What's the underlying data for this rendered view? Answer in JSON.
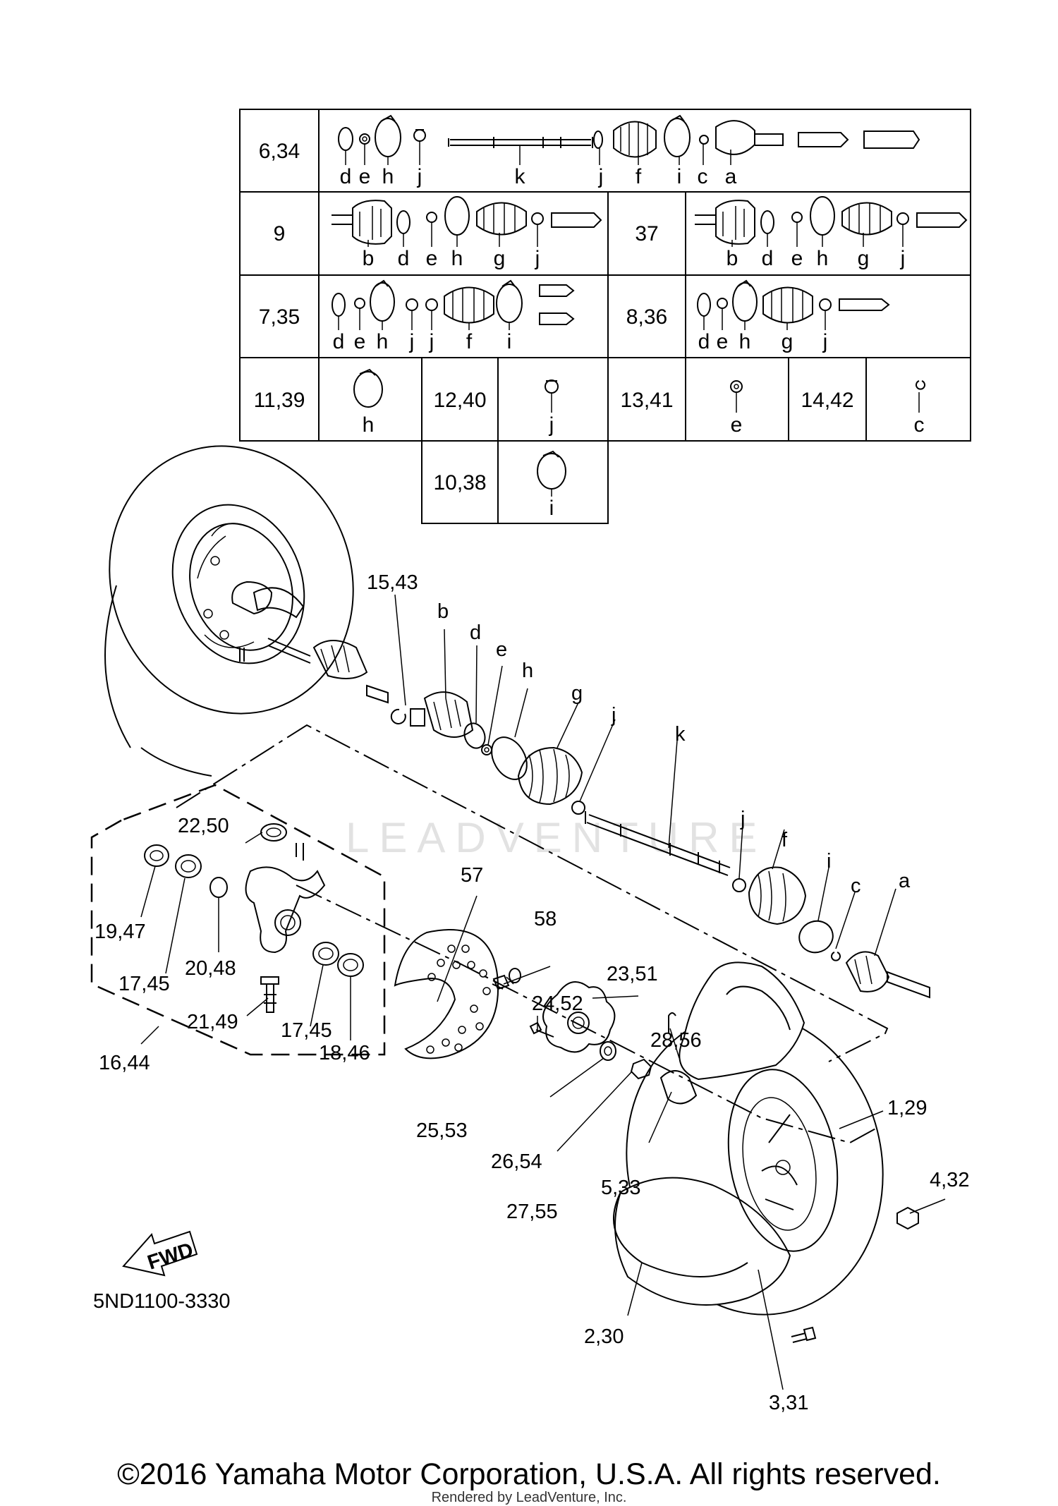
{
  "table": {
    "rows": [
      {
        "ref": "6,34",
        "letters": [
          "d",
          "e",
          "h",
          "j",
          "k",
          "j",
          "f",
          "i",
          "c",
          "a"
        ]
      },
      {
        "ref": "9",
        "letters": [
          "b",
          "d",
          "e",
          "h",
          "g",
          "j"
        ]
      },
      {
        "ref": "37",
        "letters": [
          "b",
          "d",
          "e",
          "h",
          "g",
          "j"
        ]
      },
      {
        "ref": "7,35",
        "letters": [
          "d",
          "e",
          "h",
          "j",
          "j",
          "f",
          "i"
        ]
      },
      {
        "ref": "8,36",
        "letters": [
          "d",
          "e",
          "h",
          "g",
          "j"
        ]
      },
      {
        "ref": "11,39",
        "letters": [
          "h"
        ]
      },
      {
        "ref": "12,40",
        "letters": [
          "j"
        ]
      },
      {
        "ref": "13,41",
        "letters": [
          "e"
        ]
      },
      {
        "ref": "14,42",
        "letters": [
          "c"
        ]
      },
      {
        "ref": "10,38",
        "letters": [
          "i"
        ]
      }
    ]
  },
  "callouts": {
    "n15_43": "15,43",
    "b": "b",
    "d": "d",
    "e": "e",
    "h": "h",
    "g": "g",
    "j1": "j",
    "k": "k",
    "j2": "j",
    "f": "f",
    "i": "i",
    "c": "c",
    "a": "a",
    "n22_50": "22,50",
    "n57": "57",
    "n58": "58",
    "n19_47": "19,47",
    "n17_45a": "17,45",
    "n20_48": "20,48",
    "n21_49": "21,49",
    "n17_45b": "17,45",
    "n18_46": "18,46",
    "n16_44": "16,44",
    "n23_51": "23,51",
    "n24_52": "24,52",
    "n28_56": "28,56",
    "n1_29": "1,29",
    "n25_53": "25,53",
    "n26_54": "26,54",
    "n27_55": "27,55",
    "n5_33": "5,33",
    "n4_32": "4,32",
    "n2_30": "2,30",
    "n3_31": "3,31"
  },
  "fwd_label": "FWD",
  "diagram_code": "5ND1100-3330",
  "watermark": "LEADVENTURE",
  "copyright": "©2016 Yamaha Motor Corporation, U.S.A. All rights reserved.",
  "rendered_by": "Rendered by LeadVenture, Inc."
}
